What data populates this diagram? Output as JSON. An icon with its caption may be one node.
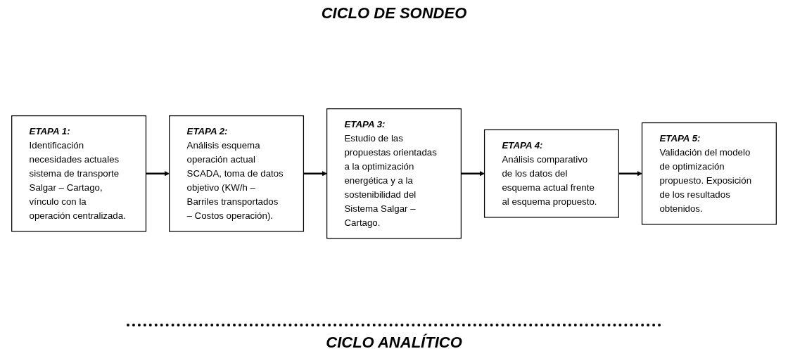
{
  "diagram": {
    "nodes": [
      {
        "text": [
          "ETAPA 1:",
          "Identificación necesidades actuales sistema de transporte Salgar – Cartago, vínculo con la operación centralizada."
        ]
      },
      {
        "text": [
          "ETAPA 2:",
          "Análisis esquema operación actual SCADA, toma de datos objetivo (KW/h – Barriles transportados – Costos operación)."
        ]
      },
      {
        "text": [
          "ETAPA 3:",
          "Estudio de las propuestas orientadas a la optimización energética y a la sostenibilidad del Sistema Salgar – Cartago."
        ]
      },
      {
        "text": [
          "ETAPA 4:",
          "Análisis comparativo de los datos del esquema actual frente al esquema propuesto."
        ]
      },
      {
        "text": [
          "ETAPA 5:",
          "Validación del modelo de optimización propuesto. Exposición de los resultados obtenidos."
        ]
      }
    ],
    "edges": [
      {
        "from": 0,
        "to": 1,
        "arrow": "to"
      },
      {
        "from": 1,
        "to": 2,
        "arrow": "to"
      },
      {
        "from": 2,
        "to": 3,
        "arrow": "to"
      },
      {
        "from": 3,
        "to": 4,
        "arrow": "to"
      }
    ],
    "labels": [
      "CICLO DE SONDEO",
      "CICLO ANALÍTICO"
    ]
  }
}
